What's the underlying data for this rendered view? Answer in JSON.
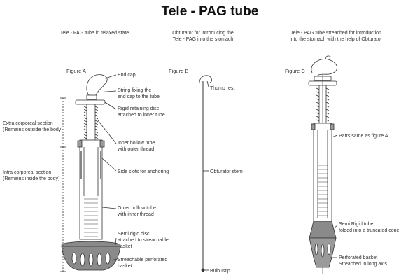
{
  "title": "Tele - PAG tube",
  "figures": {
    "a": {
      "caption": "Tele - PAG tube in relaxed state",
      "label": "Figure A",
      "callouts": {
        "end_cap": "End cap",
        "string_1": "String fixing the",
        "string_2": "end cap to the tube",
        "disc_1": "Rigid retaining disc",
        "disc_2": "attached to inner tube",
        "inner_1": "Inner hollow tube",
        "inner_2": "with outer thread",
        "slots": "Side slots for anchoring",
        "outer_1": "Outer hollow tube",
        "outer_2": "with inner thread",
        "semi_1": "Semi rigid disc",
        "semi_2": "attached to streachable",
        "semi_3": "basket",
        "basket_1": "Streachable perforated",
        "basket_2": "basket"
      },
      "sections": {
        "extra_1": "Extra corporeal section",
        "extra_2": "(Remains outside the body)",
        "intra_1": "Intra corporeal section",
        "intra_2": "(Remains inside the body)"
      }
    },
    "b": {
      "caption_1": "Obturator for introducing the",
      "caption_2": "Tele - PAG into the stomach",
      "label": "Figure B",
      "callouts": {
        "thumb": "Thumb rest",
        "stem": "Obturator stem",
        "tip": "Bulbustip"
      }
    },
    "c": {
      "caption_1": "Tele - PAG tube streached for introduction",
      "caption_2": "into the stomach with the help of Obturator",
      "label": "Figure C",
      "callouts": {
        "parts": "Parts same as figure A",
        "semi_1": "Semi Rigid tube",
        "semi_2": "folded into a truncated cone",
        "basket_1": "Perforated basket",
        "basket_2": "Streached in long axis"
      }
    }
  },
  "colors": {
    "line": "#333333",
    "basket_fill": "#8a8a8a",
    "basket_dark": "#5a5a5a"
  }
}
